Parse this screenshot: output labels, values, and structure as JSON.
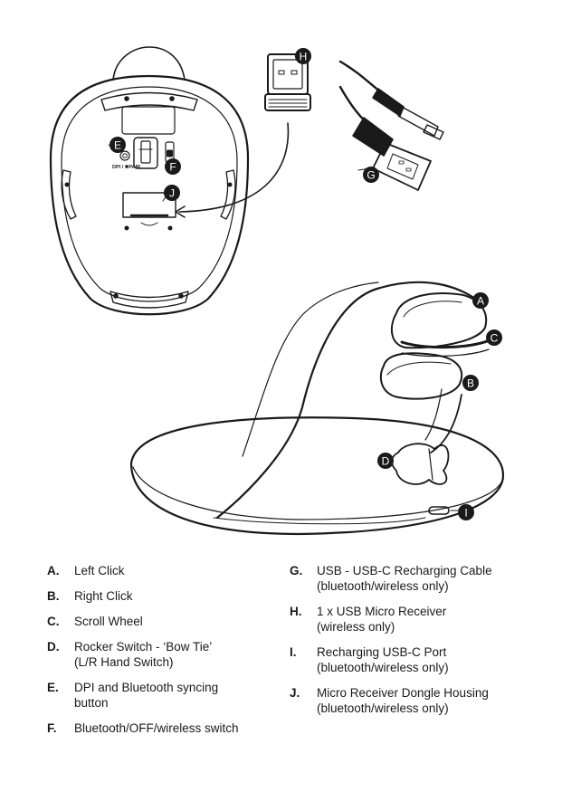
{
  "callouts": {
    "A": "A",
    "B": "B",
    "C": "C",
    "D": "D",
    "E": "E",
    "F": "F",
    "G": "G",
    "H": "H",
    "I": "I",
    "J": "J"
  },
  "underside_labels": {
    "dpi_pair": "DPI / ✱PAIR"
  },
  "legend_left": [
    {
      "letter": "A.",
      "lines": [
        "Left Click"
      ]
    },
    {
      "letter": "B.",
      "lines": [
        "Right Click"
      ]
    },
    {
      "letter": "C.",
      "lines": [
        "Scroll Wheel"
      ]
    },
    {
      "letter": "D.",
      "lines": [
        "Rocker Switch - ‘Bow Tie’",
        "(L/R Hand Switch)"
      ]
    },
    {
      "letter": "E.",
      "lines": [
        "DPI and Bluetooth syncing",
        "button"
      ]
    },
    {
      "letter": "F.",
      "lines": [
        "Bluetooth/OFF/wireless switch"
      ]
    }
  ],
  "legend_right": [
    {
      "letter": "G.",
      "lines": [
        "USB - USB-C Recharging Cable",
        "(bluetooth/wireless only)"
      ]
    },
    {
      "letter": "H.",
      "lines": [
        "1 x USB Micro Receiver",
        "(wireless only)"
      ]
    },
    {
      "letter": "I.",
      "lines": [
        "Recharging USB-C Port",
        "(bluetooth/wireless only)"
      ]
    },
    {
      "letter": "J.",
      "lines": [
        "Micro Receiver Dongle Housing",
        "(bluetooth/wireless only)"
      ]
    }
  ]
}
